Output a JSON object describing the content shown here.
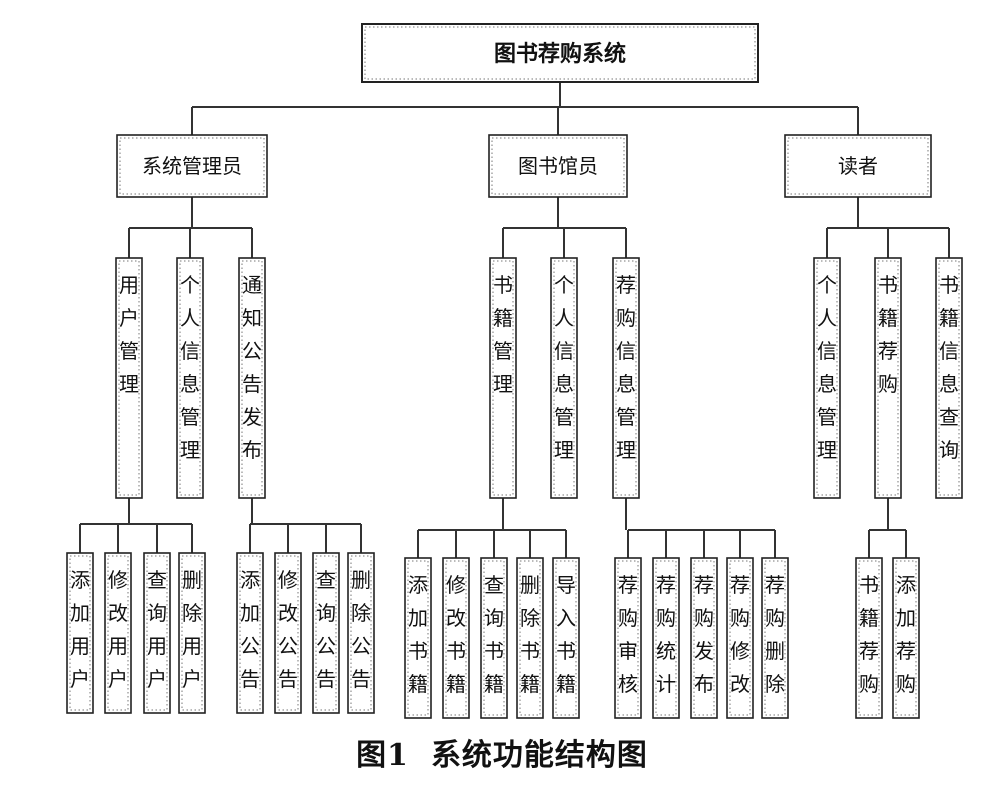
{
  "diagram": {
    "root": "图书荐购系统",
    "roles": [
      {
        "label": "系统管理员",
        "modules": [
          {
            "label": "用户管理",
            "functions": [
              "添加用户",
              "修改用户",
              "查询用户",
              "删除用户"
            ]
          },
          {
            "label": "个人信息管理",
            "functions": []
          },
          {
            "label": "通知公告发布",
            "functions": [
              "添加公告",
              "修改公告",
              "查询公告",
              "删除公告"
            ]
          }
        ]
      },
      {
        "label": "图书馆员",
        "modules": [
          {
            "label": "书籍管理",
            "functions": [
              "添加书籍",
              "修改书籍",
              "查询书籍",
              "删除书籍",
              "导入书籍"
            ]
          },
          {
            "label": "个人信息管理",
            "functions": []
          },
          {
            "label": "荐购信息管理",
            "functions": [
              "荐购审核",
              "荐购统计",
              "荐购发布",
              "荐购修改",
              "荐购删除"
            ]
          }
        ]
      },
      {
        "label": "读者",
        "modules": [
          {
            "label": "个人信息管理",
            "functions": []
          },
          {
            "label": "书籍荐购",
            "functions": [
              "书籍荐购",
              "添加荐购"
            ]
          },
          {
            "label": "书籍信息查询",
            "functions": []
          }
        ]
      }
    ]
  },
  "caption": {
    "number": "图1",
    "title": "系统功能结构图"
  }
}
